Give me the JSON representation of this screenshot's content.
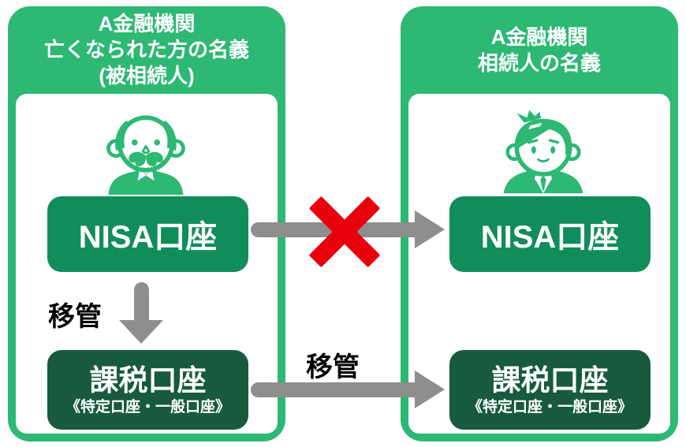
{
  "colors": {
    "green": "#2db873",
    "box-green": "#118d5b",
    "deep-green": "#175a3e",
    "arrow-gray": "#8e8e8e",
    "cross-red": "#e8000d",
    "label-black": "#000000"
  },
  "left_panel": {
    "header_lines": [
      "A金融機関",
      "亡くなられた方の名義",
      "(被相続人)"
    ],
    "person_icon": "elderly-man-icon",
    "nisa_label": "NISA口座",
    "transfer_label": "移管",
    "taxable_title": "課税口座",
    "taxable_subtitle": "《特定口座・一般口座》"
  },
  "right_panel": {
    "header_lines": [
      "A金融機関",
      "相続人の名義"
    ],
    "person_icon": "young-man-icon",
    "nisa_label": "NISA口座",
    "taxable_title": "課税口座",
    "taxable_subtitle": "《特定口座・一般口座》"
  },
  "center": {
    "nisa_transfer_blocked": true,
    "taxable_transfer_label": "移管"
  }
}
